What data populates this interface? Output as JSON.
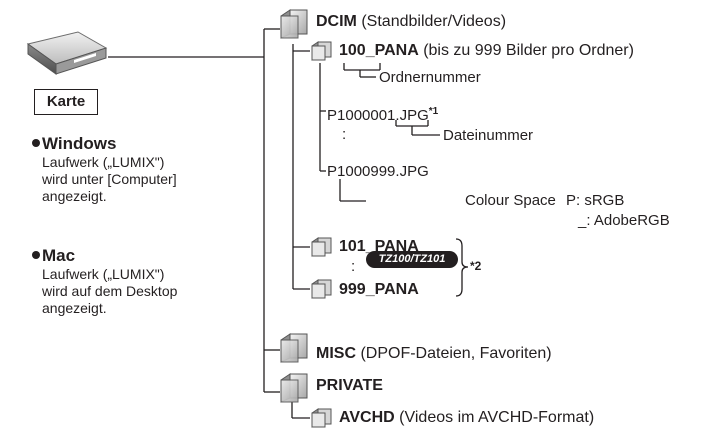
{
  "card": {
    "label": "Karte",
    "icon": "sd-card-reader-icon"
  },
  "windows": {
    "title": "Windows",
    "description": "Laufwerk („LUMIX\")\nwird unter [Computer]\nangezeigt."
  },
  "mac": {
    "title": "Mac",
    "description": "Laufwerk („LUMIX\")\nwird auf dem Desktop\nangezeigt."
  },
  "tree": {
    "dcim": {
      "name": "DCIM",
      "note": "(Standbilder/Videos)"
    },
    "pana100": {
      "name": "100_PANA",
      "note": "(bis zu 999 Bilder pro Ordner)"
    },
    "folder_number_label": "Ordnernummer",
    "file_first": "P1000001.JPG",
    "file_first_mark": "*1",
    "file_number_label": "Dateinummer",
    "vdots_files": ":",
    "file_last": "P1000999.JPG",
    "model_badge": "TZ100/TZ101",
    "colour_space_label": "Colour Space",
    "cs_p": "P: sRGB",
    "cs_underscore": "_: AdobeRGB",
    "pana101": "101_PANA",
    "vdots_folders": ":",
    "pana999": "999_PANA",
    "group_mark": "*2",
    "misc": {
      "name": "MISC",
      "note": "(DPOF-Dateien, Favoriten)"
    },
    "private": {
      "name": "PRIVATE"
    },
    "avchd": {
      "name": "AVCHD",
      "note": "(Videos im AVCHD-Format)"
    }
  }
}
